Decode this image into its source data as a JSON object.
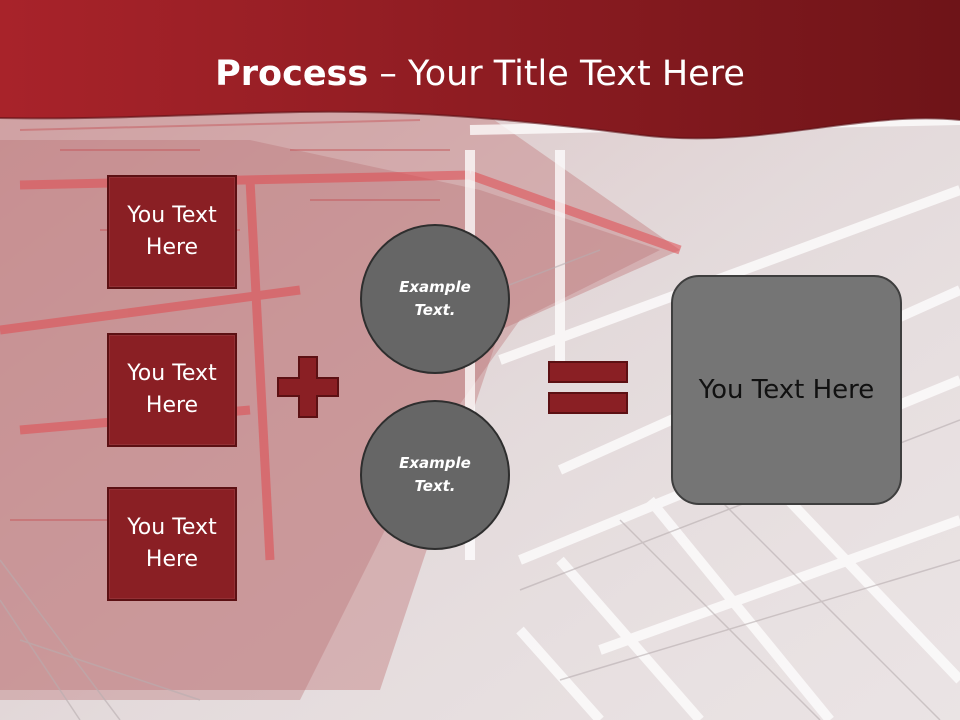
{
  "title": {
    "bold": "Process",
    "rest": " – Your Title Text Here"
  },
  "left_boxes": [
    {
      "label": "You Text Here"
    },
    {
      "label": "You Text Here"
    },
    {
      "label": "You Text Here"
    }
  ],
  "circles": [
    {
      "label": "Example Text."
    },
    {
      "label": "Example Text."
    }
  ],
  "result": {
    "label": "You Text Here"
  },
  "colors": {
    "header_red": "#8a1a20",
    "box_fill": "#8a1f24",
    "circle_fill": "#666666",
    "result_fill": "#757575"
  },
  "icons": {
    "plus": "plus-icon",
    "equals": "equals-icon"
  }
}
